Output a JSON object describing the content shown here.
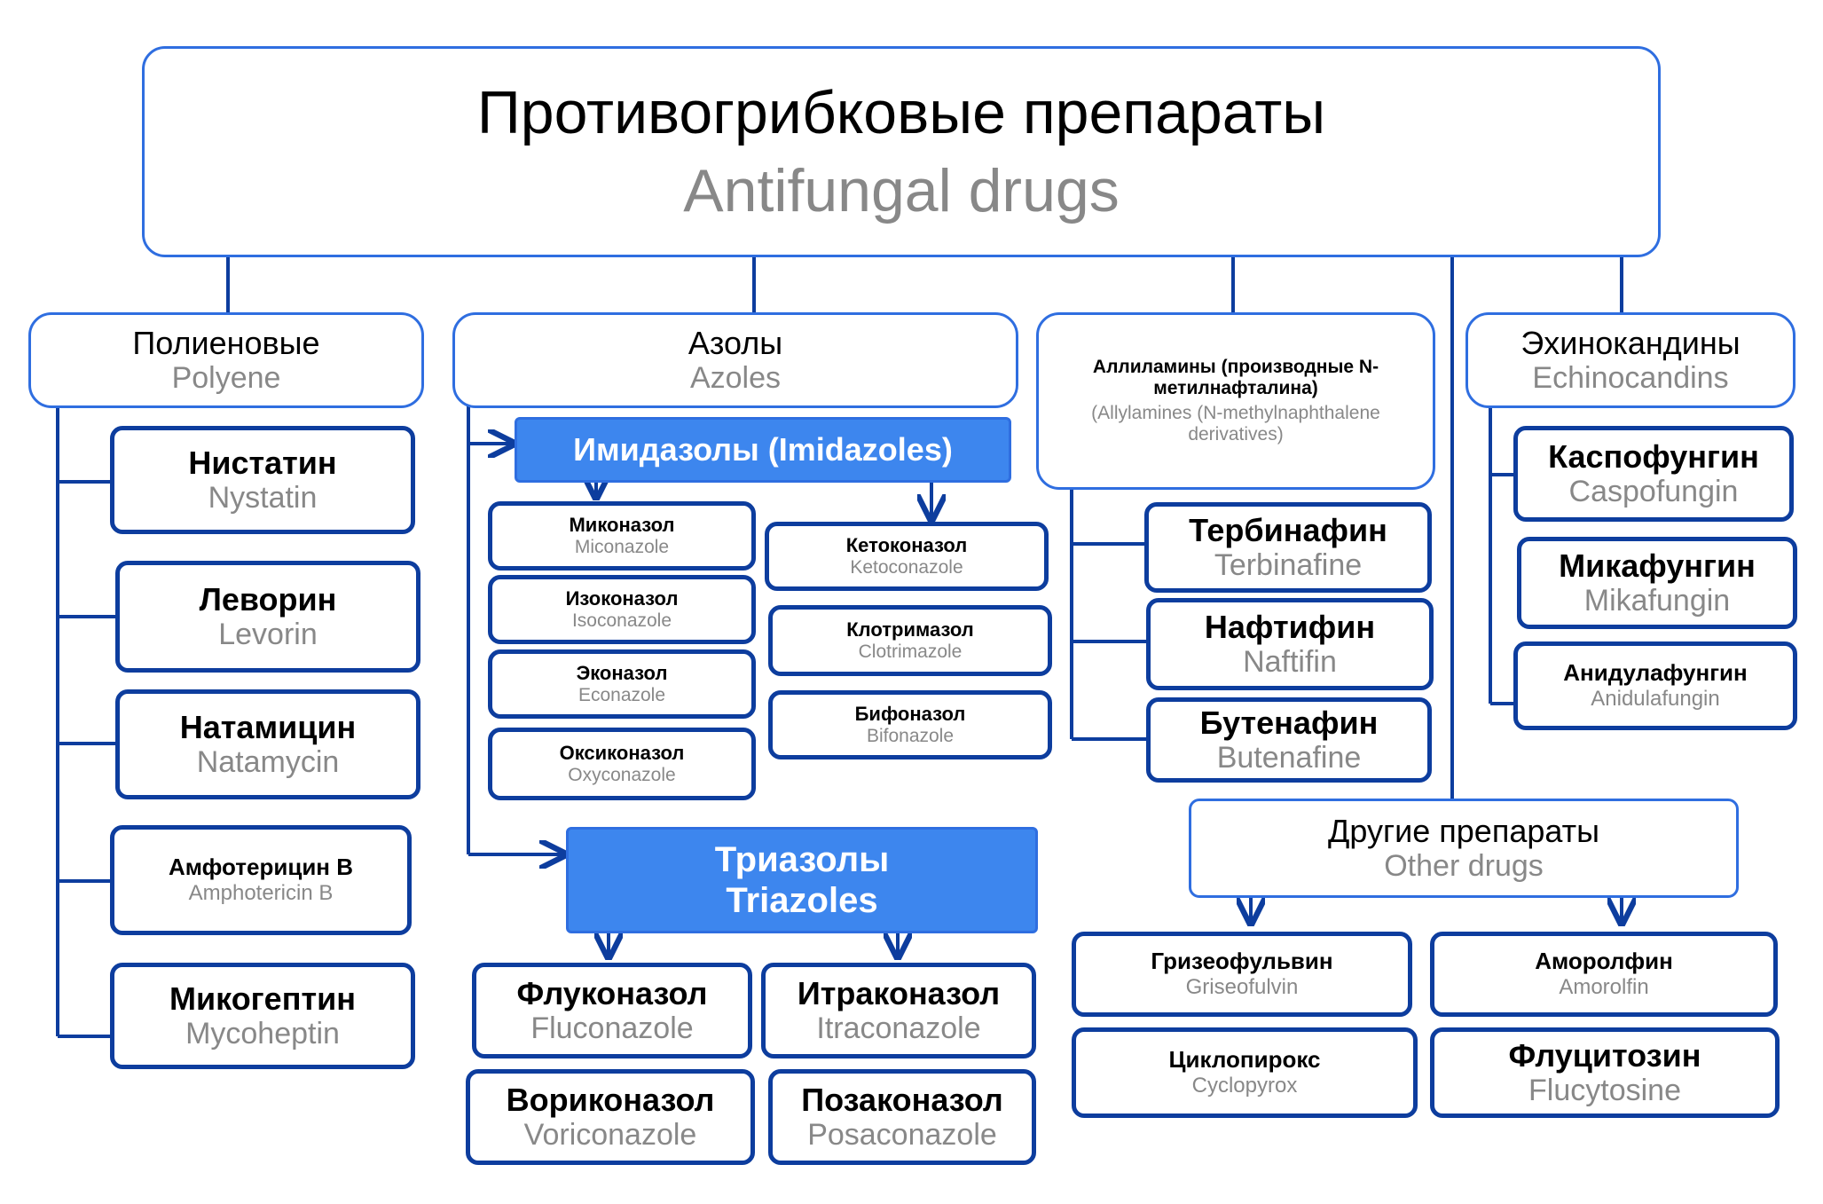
{
  "title": {
    "ru": "Противогрибковые препараты",
    "en": "Antifungal drugs"
  },
  "polyene": {
    "ru": "Полиеновые",
    "en": "Polyene",
    "items": [
      {
        "ru": "Нистатин",
        "en": "Nystatin"
      },
      {
        "ru": "Леворин",
        "en": "Levorin"
      },
      {
        "ru": "Натамицин",
        "en": "Natamycin"
      },
      {
        "ru": "Амфотерицин В",
        "en": "Amphotericin B"
      },
      {
        "ru": "Микогептин",
        "en": "Mycoheptin"
      }
    ]
  },
  "azoles": {
    "ru": "Азолы",
    "en": "Azoles",
    "imidazoles": {
      "label": "Имидазолы (Imidazoles)",
      "left": [
        {
          "ru": "Миконазол",
          "en": "Miconazole"
        },
        {
          "ru": "Изоконазол",
          "en": "Isoconazole"
        },
        {
          "ru": "Эконазол",
          "en": "Econazole"
        },
        {
          "ru": "Оксиконазол",
          "en": "Oxyconazole"
        }
      ],
      "right": [
        {
          "ru": "Кетоконазол",
          "en": "Ketoconazole"
        },
        {
          "ru": "Клотримазол",
          "en": "Clotrimazole"
        },
        {
          "ru": "Бифоназол",
          "en": "Bifonazole"
        }
      ]
    },
    "triazoles": {
      "ru": "Триазолы",
      "en": "Triazoles",
      "items": [
        {
          "ru": "Флуконазол",
          "en": "Fluconazole"
        },
        {
          "ru": "Итраконазол",
          "en": "Itraconazole"
        },
        {
          "ru": "Вориконазол",
          "en": "Voriconazole"
        },
        {
          "ru": "Позаконазол",
          "en": "Posaconazole"
        }
      ]
    }
  },
  "allylamines": {
    "ru": "Аллиламины (производные N-метилнафталина)",
    "en": "(Allylamines (N-methylnaphthalene derivatives)",
    "items": [
      {
        "ru": "Тербинафин",
        "en": "Terbinafine"
      },
      {
        "ru": "Нафтифин",
        "en": "Naftifin"
      },
      {
        "ru": "Бутенафин",
        "en": "Butenafine"
      }
    ]
  },
  "echinocandins": {
    "ru": "Эхинокандины",
    "en": "Echinocandins",
    "items": [
      {
        "ru": "Каспофунгин",
        "en": "Caspofungin"
      },
      {
        "ru": "Микафунгин",
        "en": "Mikafungin"
      },
      {
        "ru": "Анидулафунгин",
        "en": "Anidulafungin"
      }
    ]
  },
  "other": {
    "ru": "Другие препараты",
    "en": "Other drugs",
    "items": [
      {
        "ru": "Гризеофульвин",
        "en": "Griseofulvin"
      },
      {
        "ru": "Аморолфин",
        "en": "Amorolfin"
      },
      {
        "ru": "Циклопирокс",
        "en": "Cyclopyrox"
      },
      {
        "ru": "Флуцитозин",
        "en": "Flucytosine"
      }
    ]
  },
  "colors": {
    "line": "#0d3d9e",
    "accent": "#3d86ee",
    "secondary_text": "#888888"
  }
}
